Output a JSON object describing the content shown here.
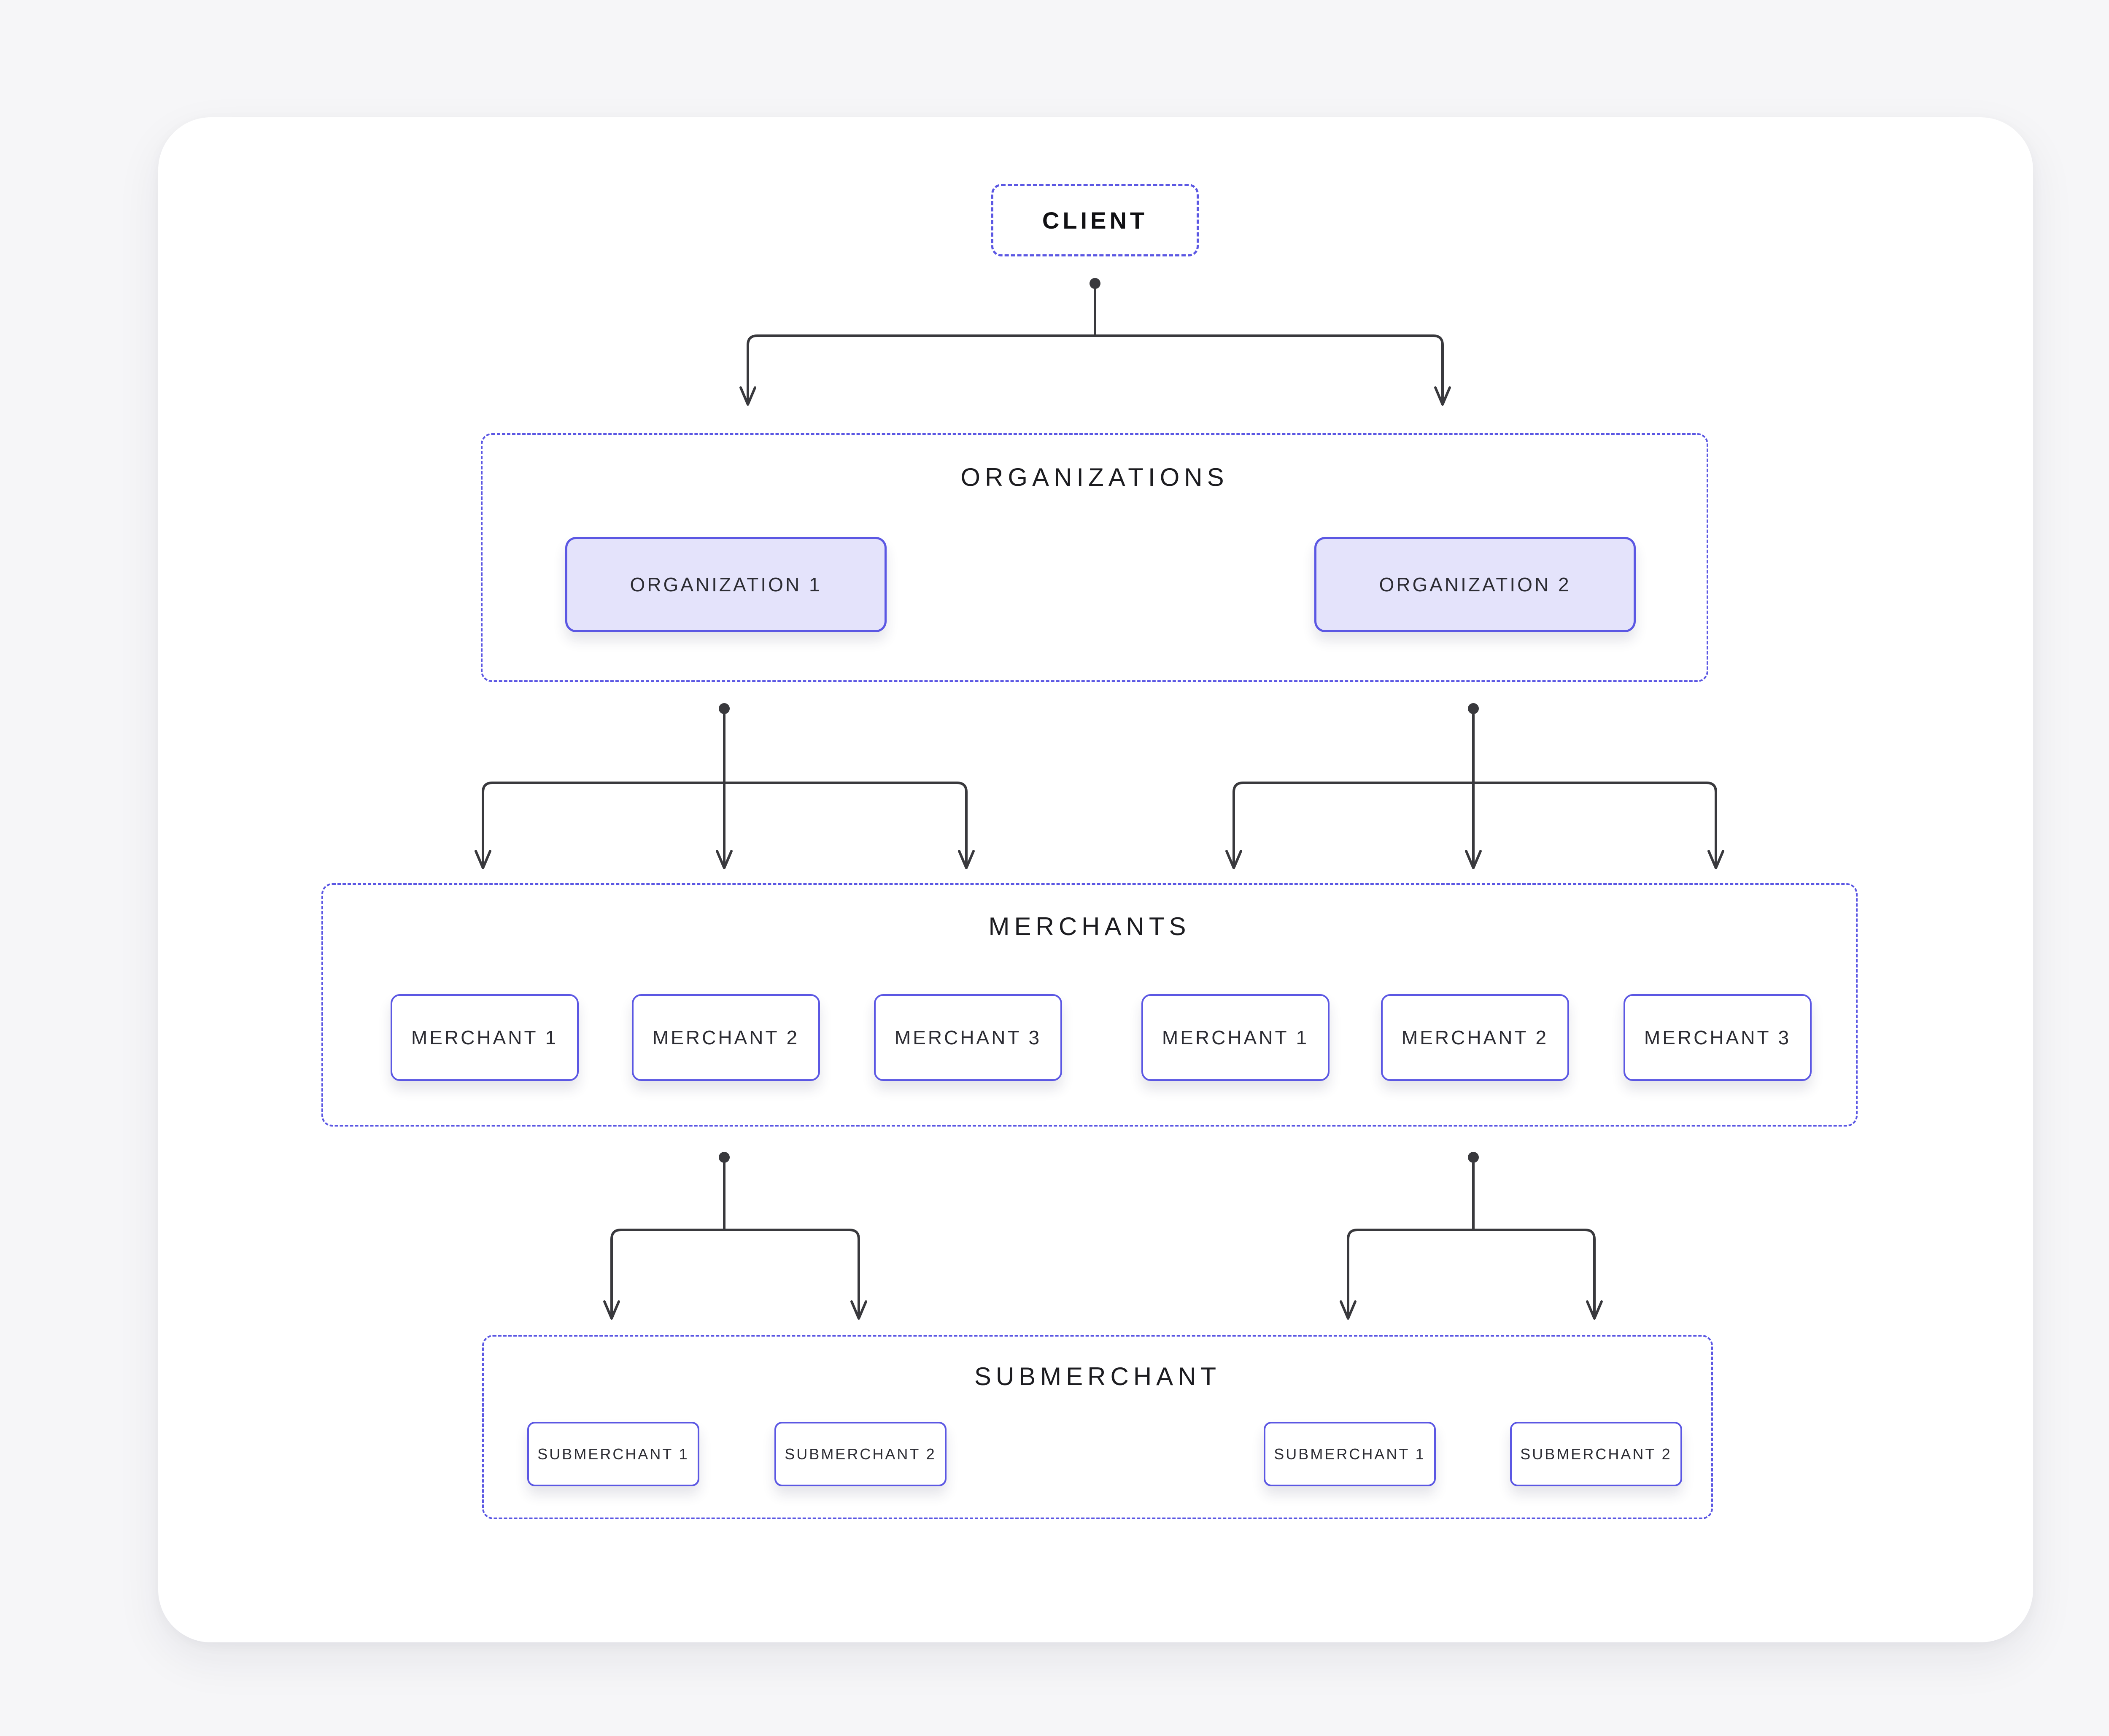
{
  "diagram": {
    "client": {
      "label": "CLIENT"
    },
    "organizations": {
      "title": "ORGANIZATIONS",
      "nodes": [
        "ORGANIZATION 1",
        "ORGANIZATION 2"
      ]
    },
    "merchants": {
      "title": "MERCHANTS",
      "groups": [
        [
          "MERCHANT 1",
          "MERCHANT 2",
          "MERCHANT 3"
        ],
        [
          "MERCHANT 1",
          "MERCHANT 2",
          "MERCHANT 3"
        ]
      ]
    },
    "submerchants": {
      "title": "SUBMERCHANT",
      "groups": [
        [
          "SUBMERCHANT 1",
          "SUBMERCHANT 2"
        ],
        [
          "SUBMERCHANT 1",
          "SUBMERCHANT 2"
        ]
      ]
    },
    "colors": {
      "page_bg": "#F6F6F8",
      "card_bg": "#FFFFFF",
      "accent": "#5B57E3",
      "organization_fill": "#E4E3FB",
      "connector": "#39393D",
      "title_text": "#1C1C20",
      "node_text": "#2C2C33",
      "client_text": "#111114"
    }
  }
}
